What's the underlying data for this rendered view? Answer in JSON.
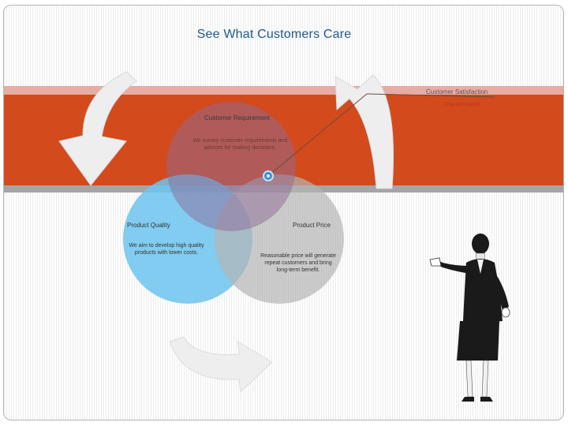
{
  "title": "See What Customers Care",
  "satisfaction": {
    "label": "Customer Satisfaction",
    "sub_label": "Long-term benefit"
  },
  "requirement": {
    "label": "Customer Requirement",
    "description": "We survey customer requirements and advices for making decisions."
  },
  "quality": {
    "label": "Product Quality",
    "description": "We aim to develop high quality products with lower costs."
  },
  "price": {
    "label": "Product Price",
    "description": "Reasonable price will generate repeat customers and bring long-term benefit."
  },
  "colors": {
    "band_orange": "#d34a1c",
    "band_pink": "#e8aca2",
    "band_gray": "#a5a5a5",
    "title": "#1f5a8f",
    "circle_requirement": "#8e6a98",
    "circle_quality": "#6cc4ee",
    "circle_price": "#bdbdbd",
    "arrow": "#eeeeee"
  },
  "icons": [
    "curved-arrow-left-icon",
    "curved-arrow-right-icon",
    "curved-arrow-bottom-icon",
    "businesswoman-figure-icon"
  ]
}
